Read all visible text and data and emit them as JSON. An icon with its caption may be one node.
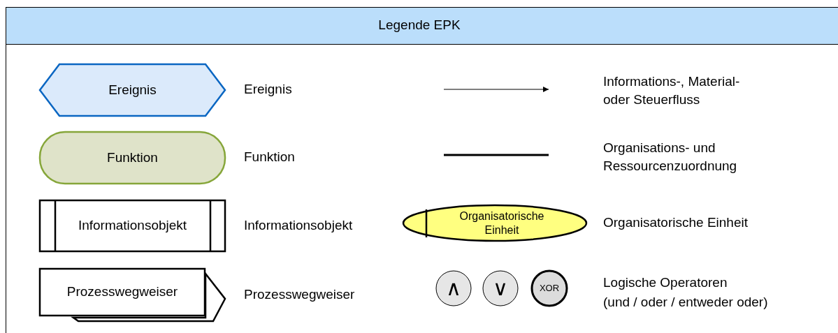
{
  "diagram": {
    "title": "Legende EPK",
    "nodes": [
      {
        "text": [
          "Ereignis"
        ],
        "beside": [
          "Ereignis"
        ]
      },
      {
        "text": [
          "Funktion"
        ],
        "beside": [
          "Funktion"
        ]
      },
      {
        "text": [
          "Informationsobjekt"
        ],
        "beside": [
          "Informationsobjekt"
        ]
      },
      {
        "text": [
          "Prozesswegweiser"
        ],
        "beside": [
          "Prozesswegweiser"
        ]
      },
      {
        "text": [
          "Organisatorische Einheit"
        ],
        "beside": [
          "Organisatorische Einheit"
        ]
      },
      {
        "text": [
          "∧"
        ]
      },
      {
        "text": [
          "∨"
        ]
      },
      {
        "text": [
          "XOR"
        ]
      }
    ],
    "edges": [],
    "labels": [
      "Logische Operatoren",
      "(und / oder / entweder oder)"
    ],
    "legend": [
      {
        "text": "Informations-, Material- oder Steuerfluss"
      },
      {
        "text": "Organisations- und Ressourcenzuordnung"
      }
    ]
  }
}
